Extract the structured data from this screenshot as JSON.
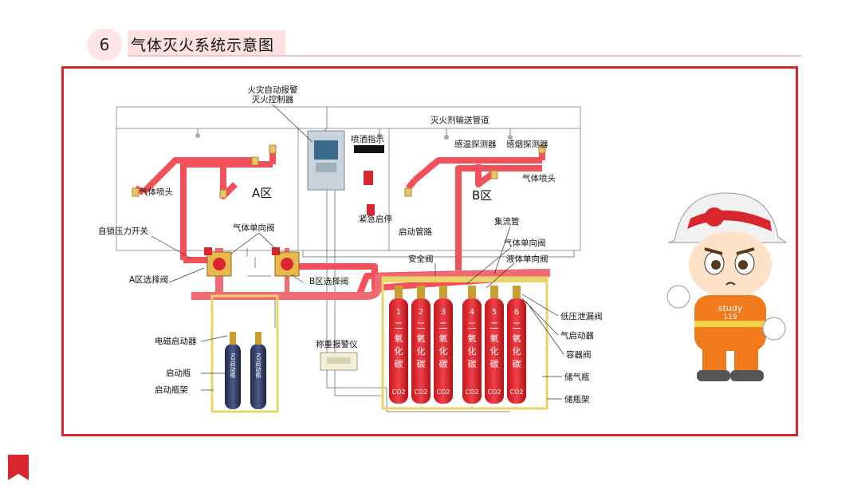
{
  "slide": {
    "number": "6",
    "title": "气体灭火系统示意图"
  },
  "diagram": {
    "control_panel": [
      "火灾自动报警",
      "灭火控制器"
    ],
    "pipe_label": "灭火剂输送管道",
    "spray_indicator": "喷洒指示",
    "emergency_stop": "紧急启停",
    "smoke_detector": "感温探测器",
    "smoke_detector2": "感烟探测器",
    "nozzle_a": "气体喷头",
    "nozzle_b": "气体喷头",
    "zone_a": "A区",
    "zone_b": "B区",
    "self_lock_switch": "自锁压力开关",
    "check_valve_gas": "气体单向阀",
    "start_pipeline": "启动管路",
    "manifold": "集流管",
    "check_valve_gas2": "气体单向阀",
    "check_valve_liquid": "液体单向阀",
    "safety_valve": "安全阀",
    "select_valve_a": "A区选择阀",
    "select_valve_b": "B区选择阀",
    "low_pressure_vent": "低压泄漏阀",
    "gas_starter": "气启动器",
    "container_valve": "容器阀",
    "storage_bottle": "储气瓶",
    "bottle_rack": "储瓶架",
    "solenoid_starter": "电磁启动器",
    "start_bottle": "启动瓶",
    "start_bottle_rack": "启动瓶架",
    "weighing_alarm": "称重报警仪",
    "n2_bottle_1": "N2启动瓶",
    "n2_bottle_2": "N2启动瓶",
    "co2_bottles": [
      {
        "num": "1",
        "agent": "二氧化碳",
        "formula": "CO2"
      },
      {
        "num": "2",
        "agent": "二氧化碳",
        "formula": "CO2"
      },
      {
        "num": "3",
        "agent": "二氧化碳",
        "formula": "CO2"
      },
      {
        "num": "4",
        "agent": "二氧化碳",
        "formula": "CO2"
      },
      {
        "num": "5",
        "agent": "二氧化碳",
        "formula": "CO2"
      },
      {
        "num": "6",
        "agent": "二氧化碳",
        "formula": "CO2"
      }
    ]
  },
  "mascot": {
    "badge_line1": "study",
    "badge_line2": "119"
  },
  "colors": {
    "accent": "#d7262e",
    "pipe": "#f2505a",
    "bottle": "#e4262c",
    "rack": "#e8d46a"
  }
}
